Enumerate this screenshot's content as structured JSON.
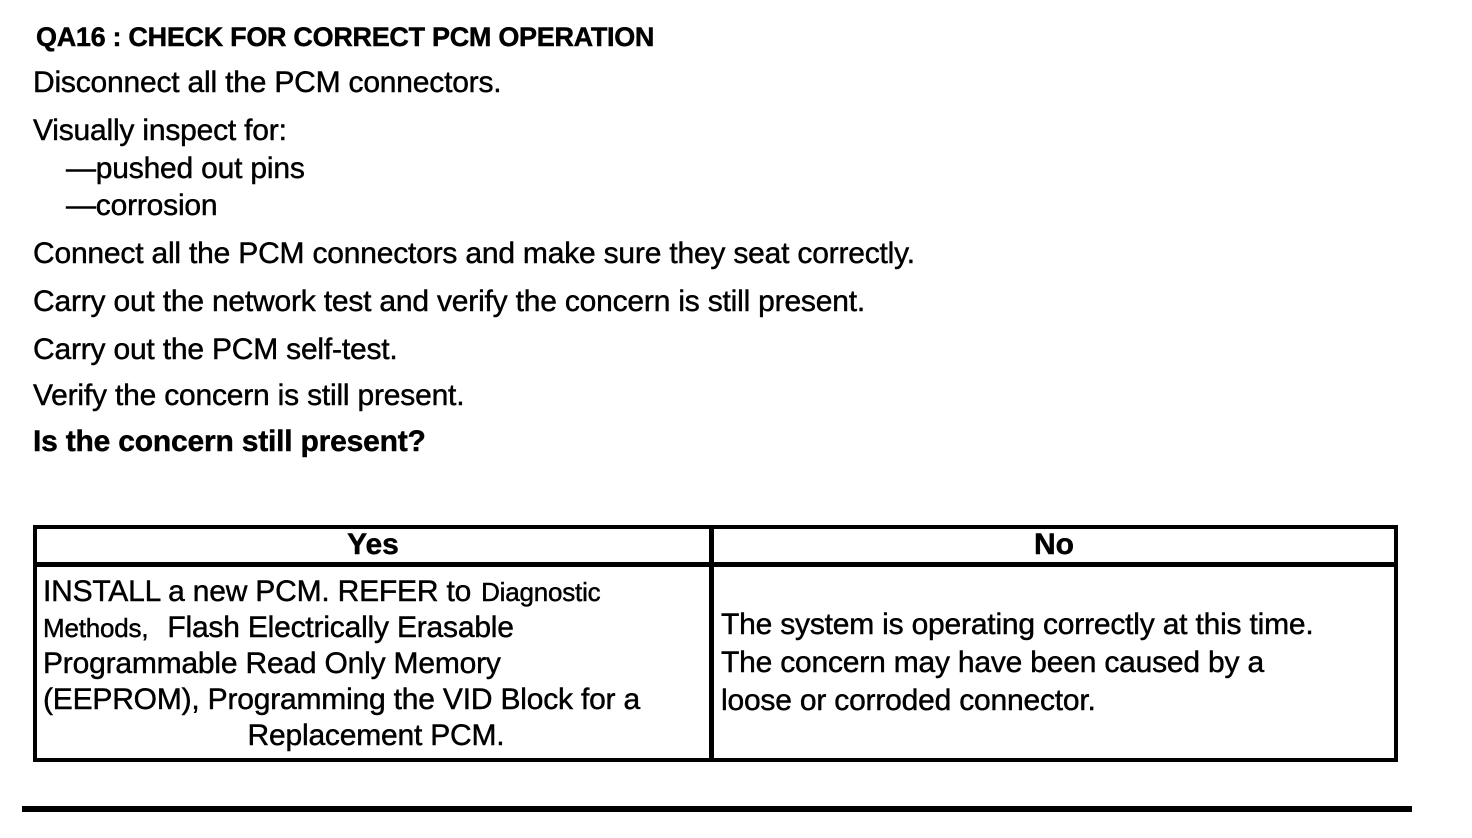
{
  "page": {
    "title": "QA16 : CHECK FOR CORRECT PCM OPERATION",
    "steps": [
      "Disconnect all the PCM connectors.",
      "Visually inspect for:",
      "—pushed out pins",
      "—corrosion",
      "Connect all the PCM connectors and make sure they seat correctly.",
      "Carry out the network test and verify the concern is still present.",
      "Carry out the PCM self-test.",
      "Verify the concern is still present."
    ],
    "question": "Is the concern still present?"
  },
  "result_table": {
    "yes_header": "Yes",
    "no_header": "No",
    "yes_cell": {
      "line1_normal": "INSTALL a new PCM. REFER to",
      "line1_small": "Diagnostic",
      "line2_small": "Methods,",
      "line2_normal": "Flash Electrically Erasable",
      "line3": "Programmable Read Only Memory",
      "line4": "(EEPROM), Programming the VID Block for a",
      "line5": "Replacement PCM."
    },
    "no_cell": {
      "line1": "The system is operating correctly at this time.",
      "line2": "The concern may have been caused by a",
      "line3": "loose or corroded connector."
    }
  },
  "colors": {
    "text": "#000000",
    "background": "#ffffff",
    "table_border": "#000000"
  }
}
